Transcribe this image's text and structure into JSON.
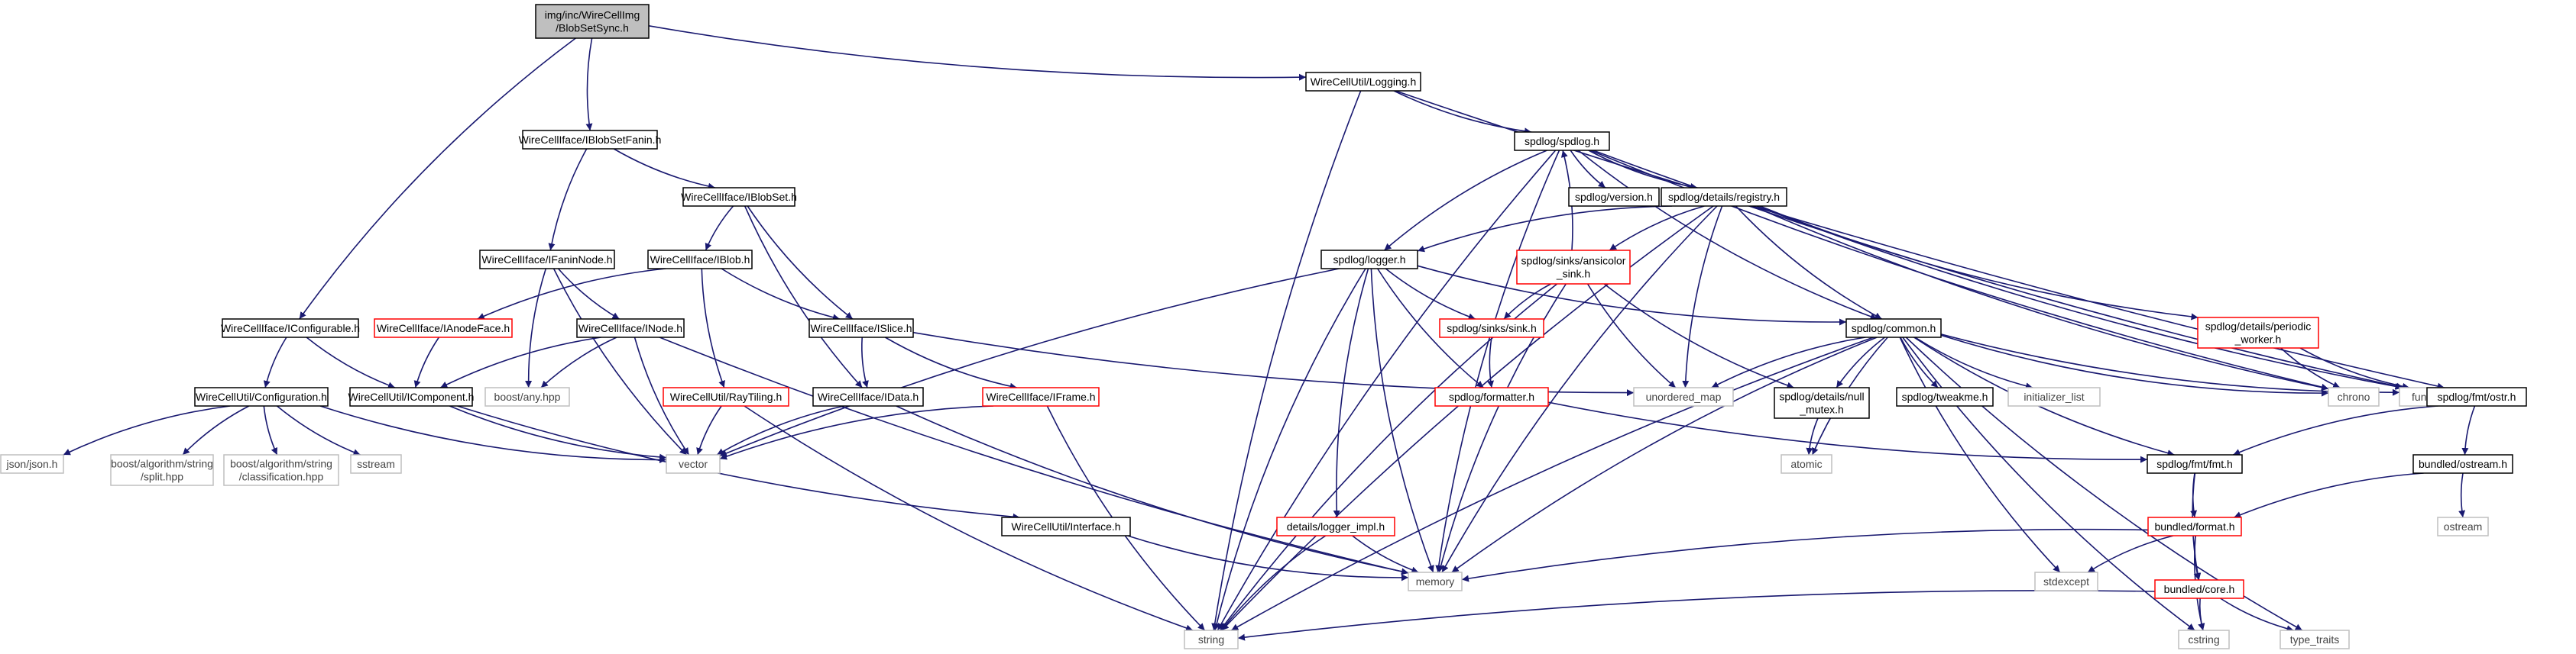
{
  "graph": {
    "title": "",
    "colors": {
      "edge": "#191970",
      "current_fill": "#bfbfbf",
      "missing_border": "#ff0000",
      "system_border": "#bfbfbf"
    },
    "nodes": [
      {
        "id": "root",
        "lines": [
          "img/inc/WireCellImg",
          "/BlobSetSync.h"
        ],
        "kind": "current"
      },
      {
        "id": "logging",
        "lines": [
          "WireCellUtil/Logging.h"
        ],
        "kind": "normal"
      },
      {
        "id": "fanin",
        "lines": [
          "WireCellIface/IBlobSetFanin.h"
        ],
        "kind": "normal"
      },
      {
        "id": "blobset",
        "lines": [
          "WireCellIface/IBlobSet.h"
        ],
        "kind": "normal"
      },
      {
        "id": "faninnode",
        "lines": [
          "WireCellIface/IFaninNode.h"
        ],
        "kind": "normal"
      },
      {
        "id": "iblob",
        "lines": [
          "WireCellIface/IBlob.h"
        ],
        "kind": "normal"
      },
      {
        "id": "configurable",
        "lines": [
          "WireCellIface/IConfigurable.h"
        ],
        "kind": "normal"
      },
      {
        "id": "anodeface",
        "lines": [
          "WireCellIface/IAnodeFace.h"
        ],
        "kind": "red"
      },
      {
        "id": "inode",
        "lines": [
          "WireCellIface/INode.h"
        ],
        "kind": "normal"
      },
      {
        "id": "islice",
        "lines": [
          "WireCellIface/ISlice.h"
        ],
        "kind": "normal"
      },
      {
        "id": "configuration",
        "lines": [
          "WireCellUtil/Configuration.h"
        ],
        "kind": "normal"
      },
      {
        "id": "icomponent",
        "lines": [
          "WireCellUtil/IComponent.h"
        ],
        "kind": "normal"
      },
      {
        "id": "raytiling",
        "lines": [
          "WireCellUtil/RayTiling.h"
        ],
        "kind": "red"
      },
      {
        "id": "idata",
        "lines": [
          "WireCellIface/IData.h"
        ],
        "kind": "normal"
      },
      {
        "id": "iframe",
        "lines": [
          "WireCellIface/IFrame.h"
        ],
        "kind": "red"
      },
      {
        "id": "boostany",
        "lines": [
          "boost/any.hpp"
        ],
        "kind": "sys"
      },
      {
        "id": "vector",
        "lines": [
          "vector"
        ],
        "kind": "sys"
      },
      {
        "id": "json",
        "lines": [
          "json/json.h"
        ],
        "kind": "sys"
      },
      {
        "id": "split",
        "lines": [
          "boost/algorithm/string",
          "/split.hpp"
        ],
        "kind": "sys"
      },
      {
        "id": "classification",
        "lines": [
          "boost/algorithm/string",
          "/classification.hpp"
        ],
        "kind": "sys"
      },
      {
        "id": "sstream",
        "lines": [
          "sstream"
        ],
        "kind": "sys"
      },
      {
        "id": "interface",
        "lines": [
          "WireCellUtil/Interface.h"
        ],
        "kind": "normal"
      },
      {
        "id": "spdlog",
        "lines": [
          "spdlog/spdlog.h"
        ],
        "kind": "normal"
      },
      {
        "id": "version",
        "lines": [
          "spdlog/version.h"
        ],
        "kind": "normal"
      },
      {
        "id": "registry",
        "lines": [
          "spdlog/details/registry.h"
        ],
        "kind": "normal"
      },
      {
        "id": "logger",
        "lines": [
          "spdlog/logger.h"
        ],
        "kind": "normal"
      },
      {
        "id": "ansicolor",
        "lines": [
          "spdlog/sinks/ansicolor",
          "_sink.h"
        ],
        "kind": "red"
      },
      {
        "id": "sink",
        "lines": [
          "spdlog/sinks/sink.h"
        ],
        "kind": "red"
      },
      {
        "id": "formatter",
        "lines": [
          "spdlog/formatter.h"
        ],
        "kind": "red"
      },
      {
        "id": "common",
        "lines": [
          "spdlog/common.h"
        ],
        "kind": "normal"
      },
      {
        "id": "periodic",
        "lines": [
          "spdlog/details/periodic",
          "_worker.h"
        ],
        "kind": "red"
      },
      {
        "id": "unordered_map",
        "lines": [
          "unordered_map"
        ],
        "kind": "sys"
      },
      {
        "id": "nullmutex",
        "lines": [
          "spdlog/details/null",
          "_mutex.h"
        ],
        "kind": "normal"
      },
      {
        "id": "tweakme",
        "lines": [
          "spdlog/tweakme.h"
        ],
        "kind": "normal"
      },
      {
        "id": "initlist",
        "lines": [
          "initializer_list"
        ],
        "kind": "sys"
      },
      {
        "id": "chrono",
        "lines": [
          "chrono"
        ],
        "kind": "sys"
      },
      {
        "id": "functional",
        "lines": [
          "functional"
        ],
        "kind": "sys"
      },
      {
        "id": "ostr",
        "lines": [
          "spdlog/fmt/ostr.h"
        ],
        "kind": "normal"
      },
      {
        "id": "atomic",
        "lines": [
          "atomic"
        ],
        "kind": "sys"
      },
      {
        "id": "fmt",
        "lines": [
          "spdlog/fmt/fmt.h"
        ],
        "kind": "normal"
      },
      {
        "id": "ostream_h",
        "lines": [
          "bundled/ostream.h"
        ],
        "kind": "normal"
      },
      {
        "id": "ostream",
        "lines": [
          "ostream"
        ],
        "kind": "sys"
      },
      {
        "id": "loggerimpl",
        "lines": [
          "details/logger_impl.h"
        ],
        "kind": "red"
      },
      {
        "id": "memory",
        "lines": [
          "memory"
        ],
        "kind": "sys"
      },
      {
        "id": "format",
        "lines": [
          "bundled/format.h"
        ],
        "kind": "red"
      },
      {
        "id": "stdexcept",
        "lines": [
          "stdexcept"
        ],
        "kind": "sys"
      },
      {
        "id": "core",
        "lines": [
          "bundled/core.h"
        ],
        "kind": "red"
      },
      {
        "id": "string",
        "lines": [
          "string"
        ],
        "kind": "sys"
      },
      {
        "id": "cstring",
        "lines": [
          "cstring"
        ],
        "kind": "sys"
      },
      {
        "id": "type_traits",
        "lines": [
          "type_traits"
        ],
        "kind": "sys"
      }
    ],
    "edges": [
      [
        "root",
        "logging"
      ],
      [
        "root",
        "fanin"
      ],
      [
        "root",
        "configurable"
      ],
      [
        "fanin",
        "blobset"
      ],
      [
        "fanin",
        "faninnode"
      ],
      [
        "blobset",
        "iblob"
      ],
      [
        "blobset",
        "islice"
      ],
      [
        "blobset",
        "idata"
      ],
      [
        "faninnode",
        "inode"
      ],
      [
        "faninnode",
        "boostany"
      ],
      [
        "faninnode",
        "vector"
      ],
      [
        "iblob",
        "anodeface"
      ],
      [
        "iblob",
        "islice"
      ],
      [
        "iblob",
        "raytiling"
      ],
      [
        "configurable",
        "icomponent"
      ],
      [
        "configurable",
        "configuration"
      ],
      [
        "anodeface",
        "icomponent"
      ],
      [
        "inode",
        "icomponent"
      ],
      [
        "inode",
        "boostany"
      ],
      [
        "inode",
        "vector"
      ],
      [
        "inode",
        "memory"
      ],
      [
        "islice",
        "idata"
      ],
      [
        "islice",
        "iframe"
      ],
      [
        "islice",
        "unordered_map"
      ],
      [
        "configuration",
        "json"
      ],
      [
        "configuration",
        "split"
      ],
      [
        "configuration",
        "classification"
      ],
      [
        "configuration",
        "sstream"
      ],
      [
        "configuration",
        "vector"
      ],
      [
        "icomponent",
        "interface"
      ],
      [
        "icomponent",
        "vector"
      ],
      [
        "raytiling",
        "vector"
      ],
      [
        "raytiling",
        "string"
      ],
      [
        "idata",
        "vector"
      ],
      [
        "idata",
        "memory"
      ],
      [
        "iframe",
        "vector"
      ],
      [
        "iframe",
        "string"
      ],
      [
        "interface",
        "memory"
      ],
      [
        "logging",
        "spdlog"
      ],
      [
        "logging",
        "string"
      ],
      [
        "logging",
        "ostr"
      ],
      [
        "spdlog",
        "version"
      ],
      [
        "spdlog",
        "registry"
      ],
      [
        "spdlog",
        "logger"
      ],
      [
        "spdlog",
        "common"
      ],
      [
        "spdlog",
        "memory"
      ],
      [
        "spdlog",
        "string"
      ],
      [
        "spdlog",
        "chrono"
      ],
      [
        "spdlog",
        "functional"
      ],
      [
        "registry",
        "logger"
      ],
      [
        "registry",
        "ansicolor"
      ],
      [
        "registry",
        "periodic"
      ],
      [
        "registry",
        "common"
      ],
      [
        "registry",
        "unordered_map"
      ],
      [
        "registry",
        "memory"
      ],
      [
        "registry",
        "string"
      ],
      [
        "registry",
        "chrono"
      ],
      [
        "registry",
        "functional"
      ],
      [
        "ansicolor",
        "spdlog"
      ],
      [
        "ansicolor",
        "sink"
      ],
      [
        "ansicolor",
        "nullmutex"
      ],
      [
        "ansicolor",
        "unordered_map"
      ],
      [
        "ansicolor",
        "memory"
      ],
      [
        "ansicolor",
        "string"
      ],
      [
        "logger",
        "common"
      ],
      [
        "logger",
        "sink"
      ],
      [
        "logger",
        "formatter"
      ],
      [
        "logger",
        "loggerimpl"
      ],
      [
        "logger",
        "vector"
      ],
      [
        "logger",
        "memory"
      ],
      [
        "logger",
        "string"
      ],
      [
        "sink",
        "formatter"
      ],
      [
        "formatter",
        "fmt"
      ],
      [
        "periodic",
        "chrono"
      ],
      [
        "periodic",
        "functional"
      ],
      [
        "common",
        "tweakme"
      ],
      [
        "common",
        "nullmutex"
      ],
      [
        "common",
        "fmt"
      ],
      [
        "common",
        "unordered_map"
      ],
      [
        "common",
        "initlist"
      ],
      [
        "common",
        "chrono"
      ],
      [
        "common",
        "functional"
      ],
      [
        "common",
        "atomic"
      ],
      [
        "common",
        "memory"
      ],
      [
        "common",
        "string"
      ],
      [
        "common",
        "stdexcept"
      ],
      [
        "common",
        "cstring"
      ],
      [
        "common",
        "type_traits"
      ],
      [
        "nullmutex",
        "atomic"
      ],
      [
        "ostr",
        "fmt"
      ],
      [
        "ostr",
        "ostream_h"
      ],
      [
        "fmt",
        "format"
      ],
      [
        "fmt",
        "core"
      ],
      [
        "ostream_h",
        "format"
      ],
      [
        "ostream_h",
        "ostream"
      ],
      [
        "format",
        "core"
      ],
      [
        "format",
        "memory"
      ],
      [
        "format",
        "stdexcept"
      ],
      [
        "format",
        "cstring"
      ],
      [
        "core",
        "string"
      ],
      [
        "core",
        "cstring"
      ],
      [
        "core",
        "type_traits"
      ],
      [
        "loggerimpl",
        "memory"
      ],
      [
        "loggerimpl",
        "string"
      ]
    ]
  }
}
